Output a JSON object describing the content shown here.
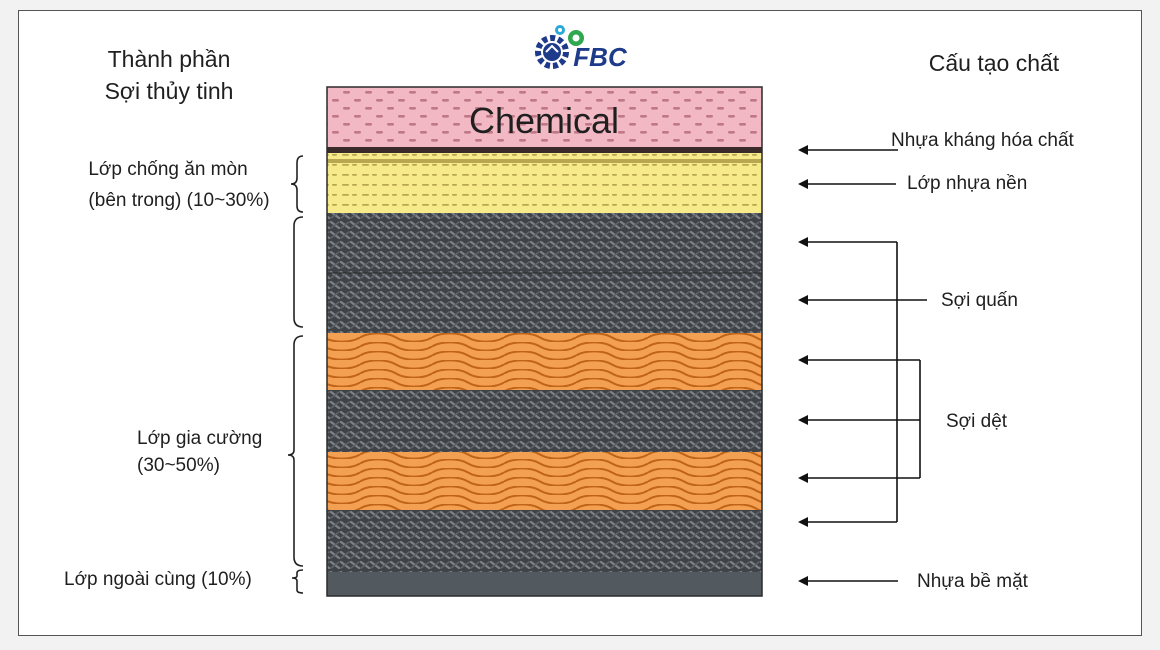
{
  "header": {
    "left_line1": "Thành phần",
    "left_line2": "Sợi thủy tinh",
    "right_title": "Cấu tạo chất"
  },
  "logo": {
    "text": "FBC",
    "icon": "gear-logo-icon"
  },
  "layers": {
    "chemical_label": "Chemical"
  },
  "left_labels": {
    "corrosion_line1": "Lớp chống ăn mòn",
    "corrosion_line2": "(bên trong) (10~30%)",
    "reinforce_line1": "Lớp gia cường",
    "reinforce_line2": "(30~50%)",
    "outer": "Lớp ngoài cùng (10%)"
  },
  "right_labels": {
    "chem_resin": "Nhựa kháng hóa chất",
    "base_resin": "Lớp nhựa nền",
    "wound_fiber": "Sợi quấn",
    "woven_fiber": "Sợi dệt",
    "surface_resin": "Nhựa bề mặt"
  },
  "colors": {
    "chemical": "#f2b8c4",
    "chemical_dash": "#c07888",
    "base_resin": "#f7ea8a",
    "base_dash": "#b8a650",
    "weave": "#3f4347",
    "weave_mark": "#7d8388",
    "wave": "#f4a052",
    "wave_line": "#c06418",
    "surface": "#525a60",
    "logo_blue": "#1e3a8a",
    "logo_green": "#2fa84f",
    "logo_cyan": "#2aa8d8"
  }
}
